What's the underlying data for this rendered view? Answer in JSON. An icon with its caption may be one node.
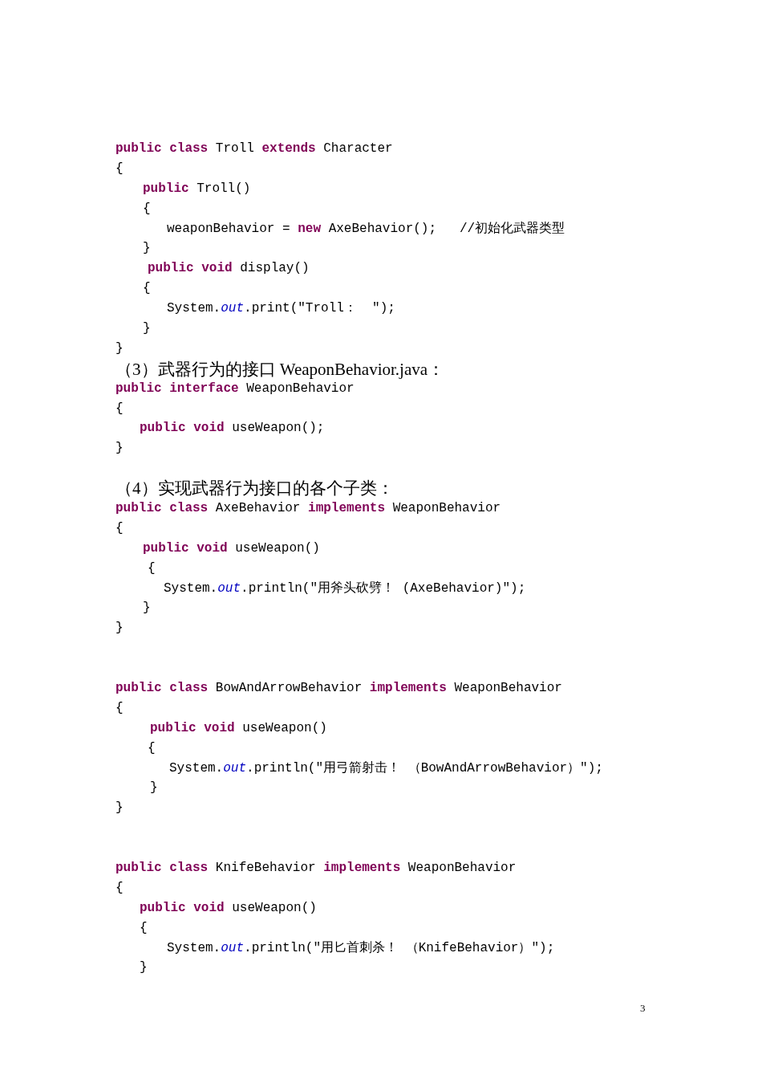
{
  "diagram": {
    "labels": [
      "**public class** Troll **extends** Character",
      "{",
      "**public** Troll()",
      "{",
      "weaponBehavior = **new** AxeBehavior();   //初始化武器类型",
      "}",
      "**public void** display()",
      "{",
      "System.*out*.print(\"Troll：  \");",
      "}",
      "}",
      "（3）武器行为的接口 WeaponBehavior.java：",
      "**public interface** WeaponBehavior",
      "{",
      "**public void** useWeapon();",
      "}",
      "（4）实现武器行为接口的各个子类：",
      "**public class** AxeBehavior **implements** WeaponBehavior",
      "{",
      "**public void** useWeapon()",
      "{",
      "System.*out*.println(\"用斧头砍劈！ (AxeBehavior)\");",
      "}",
      "}",
      "**public class** BowAndArrowBehavior **implements** WeaponBehavior",
      "{",
      "**public void** useWeapon()",
      "{",
      "System.*out*.println(\"用弓箭射击！ （BowAndArrowBehavior）\");",
      "}",
      "}",
      "**public class** KnifeBehavior **implements** WeaponBehavior",
      "{",
      "**public void** useWeapon()",
      "{",
      "System.*out*.println(\"用匕首刺杀！ （KnifeBehavior）\");",
      "}",
      "3"
    ]
  }
}
